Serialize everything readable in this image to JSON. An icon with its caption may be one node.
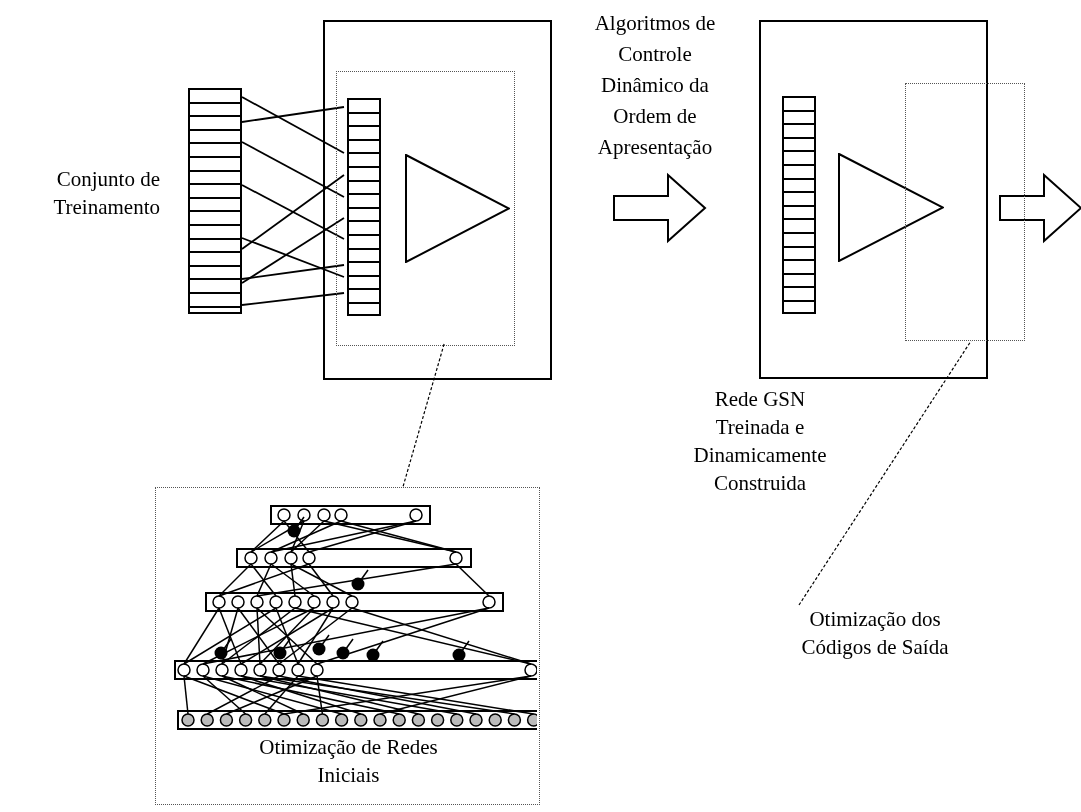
{
  "diagram": {
    "nodes": [
      {
        "text": [],
        "shape": "bar",
        "beside": [
          "Conjunto de Treinamento"
        ]
      },
      {
        "text": [],
        "shape": "box"
      },
      {
        "text": [],
        "shape": "box",
        "in": 1
      },
      {
        "text": [],
        "shape": "bar",
        "in": 2
      },
      {
        "text": [],
        "shape": "triangle",
        "in": 2
      },
      {
        "text": [],
        "shape": "box",
        "beside": [
          "Rede GSN Treinada e Dinamicamente Construida"
        ]
      },
      {
        "text": [],
        "shape": "bar",
        "in": 5
      },
      {
        "text": [],
        "shape": "triangle",
        "in": 5
      },
      {
        "text": [],
        "shape": "box"
      },
      {
        "text": [
          "Otimização de Redes Iniciais"
        ]
      },
      {
        "text": [
          "Otimização dos Códigos de Saída"
        ]
      }
    ],
    "edges": [
      {
        "from": 0,
        "to": 3,
        "arrow": "none"
      },
      {
        "from": 0,
        "to": 3,
        "arrow": "none"
      },
      {
        "from": 0,
        "to": 3,
        "arrow": "none"
      },
      {
        "from": 0,
        "to": 3,
        "arrow": "none"
      },
      {
        "from": 0,
        "to": 3,
        "arrow": "none"
      },
      {
        "from": 0,
        "to": 3,
        "arrow": "none"
      },
      {
        "from": 0,
        "to": 3,
        "arrow": "none"
      },
      {
        "from": 0,
        "to": 3,
        "arrow": "none"
      },
      {
        "from": 0,
        "to": 3,
        "arrow": "none"
      },
      {
        "from": 1,
        "to": 5,
        "arrow": "to",
        "label": "Algoritmos de Controle Dinâmico da Ordem de Apresentação"
      },
      {
        "from": 5,
        "to": null,
        "arrow": "to"
      },
      {
        "from": 2,
        "to": 9,
        "arrow": "none",
        "style": "dashed"
      },
      {
        "from": 10,
        "to": 8,
        "arrow": "none",
        "style": "dashed"
      }
    ]
  }
}
